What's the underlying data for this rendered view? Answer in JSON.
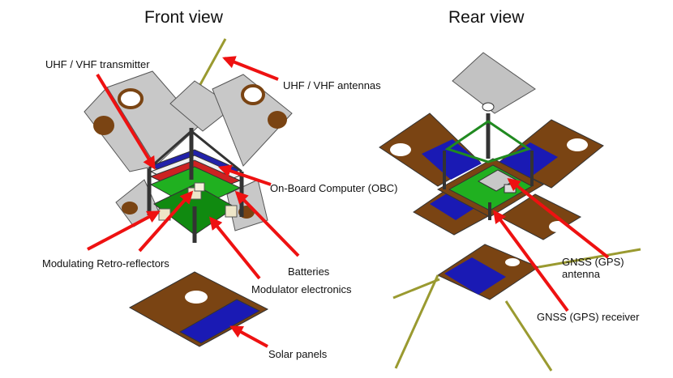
{
  "views": {
    "front": "Front view",
    "rear": "Rear view"
  },
  "labels": {
    "uhf_vhf_transmitter": "UHF / VHF transmitter",
    "uhf_vhf_antennas": "UHF / VHF antennas",
    "obc": "On-Board Computer (OBC)",
    "retro_reflectors": "Modulating Retro-reflectors",
    "batteries": "Batteries",
    "modulator_electronics": "Modulator electronics",
    "solar_panels": "Solar panels",
    "gnss_antenna_line1": "GNSS (GPS)",
    "gnss_antenna_line2": "antenna",
    "gnss_receiver": "GNSS (GPS) receiver"
  },
  "colors": {
    "arrow": "#ee1111",
    "solar_cell": "#1a1ab4",
    "panel_brown": "#7a4413",
    "panel_grey": "#c2c2c2",
    "board_green": "#20b020",
    "antenna": "#9a9a30"
  }
}
